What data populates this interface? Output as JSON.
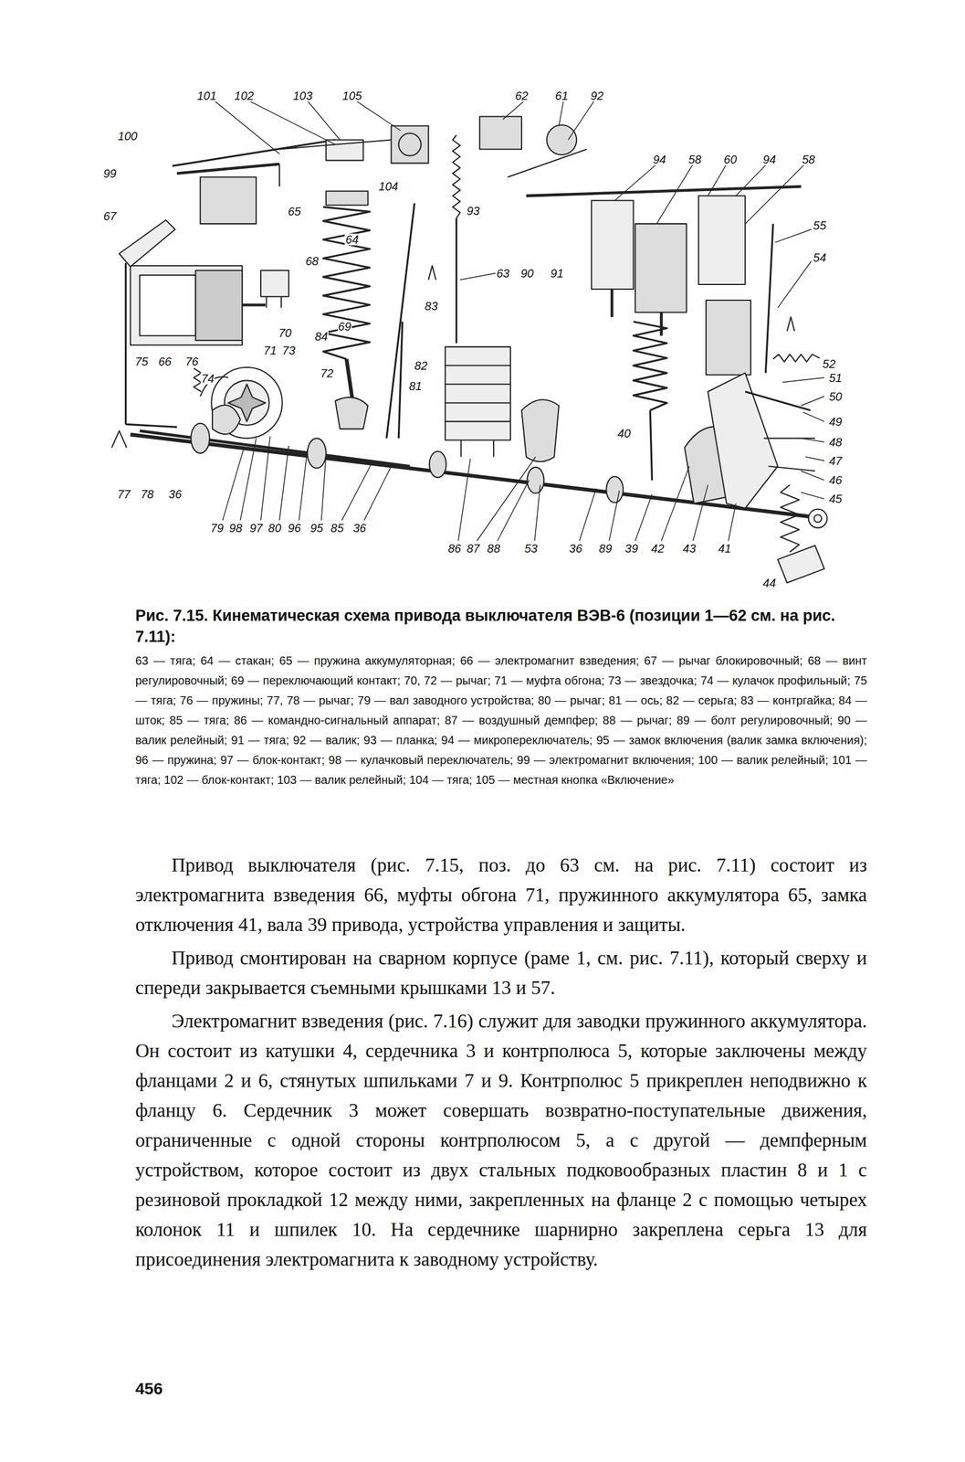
{
  "diagram": {
    "caption": "Рис. 7.15. Кинематическая схема привода выключателя ВЭВ-6 (позиции 1—62 см. на рис. 7.11):",
    "labels": [
      "101",
      "102",
      "103",
      "105",
      "62",
      "61",
      "92",
      "100",
      "99",
      "94",
      "58",
      "60",
      "94",
      "58",
      "67",
      "104",
      "93",
      "65",
      "64",
      "55",
      "54",
      "68",
      "63",
      "90",
      "91",
      "83",
      "69",
      "70",
      "84",
      "71",
      "73",
      "75",
      "66",
      "76",
      "74",
      "72",
      "82",
      "81",
      "52",
      "51",
      "50",
      "49",
      "48",
      "47",
      "46",
      "45",
      "40",
      "77",
      "78",
      "36",
      "79",
      "98",
      "97",
      "80",
      "96",
      "95",
      "85",
      "36",
      "86",
      "87",
      "88",
      "53",
      "36",
      "89",
      "39",
      "42",
      "43",
      "41",
      "44",
      "63 — тяга; 64 — стакан; 65 — пружина аккумуляторная; 66 — электромагнит взведения; 67 — рычаг блокировочный; 68 — винт регулировочный; 69 — переключающий контакт; 70, 72 — рычаг; 71 — муфта обгона; 73 — звездочка; 74 — кулачок профильный; 75 — тяга; 76 — пружины; 77, 78 — рычаг; 79 — вал заводного устройства; 80 — рычаг; 81 — ось; 82 — серьга; 83 — контргайка; 84 — шток; 85 — тяга; 86 — командно-сигнальный аппарат; 87 — воздушный демпфер; 88 — рычаг; 89 — болт регулировочный; 90 — валик релейный; 91 — тяга; 92 — валик; 93 — планка; 94 — микропереключатель; 95 — замок включения (валик замка включения); 96 — пружина; 97 — блок-контакт; 98 — кулачковый переключатель; 99 — электромагнит включения; 100 — валик релейный; 101 — тяга; 102 — блок-контакт; 103 — валик релейный; 104 — тяга; 105 — местная кнопка «Включение»",
      "Привод выключателя (рис. 7.15, поз. до 63 см. на рис. 7.11) состоит из электромагнита взведения 66, муфты обгона 71, пружинного аккумулятора 65, замка отключения 41, вала 39 привода, устройства управления и защиты.",
      "Привод смонтирован на сварном корпусе (раме 1, см. рис. 7.11), который сверху и спереди закрывается съемными крышками 13 и 57.",
      "Электромагнит взведения (рис. 7.16) служит для заводки пружинного аккумулятора. Он состоит из катушки 4, сердечника 3 и контрполюса 5, которые заключены между фланцами 2 и 6, стянутых шпильками 7 и 9. Контрполюс 5 прикреплен неподвижно к фланцу 6. Сердечник 3 может совершать возвратно-поступательные движения, ограниченные с одной стороны контрполюсом 5, а с другой — демпферным устройством, которое состоит из двух стальных подковообразных пластин 8 и 1 с резиновой прокладкой 12 между ними, закрепленных на фланце 2 с помощью четырех колонок 11 и шпилек 10. На сердечнике шарнирно закреплена серьга 13 для присоединения электромагнита к заводному устройству.",
      "456"
    ]
  }
}
